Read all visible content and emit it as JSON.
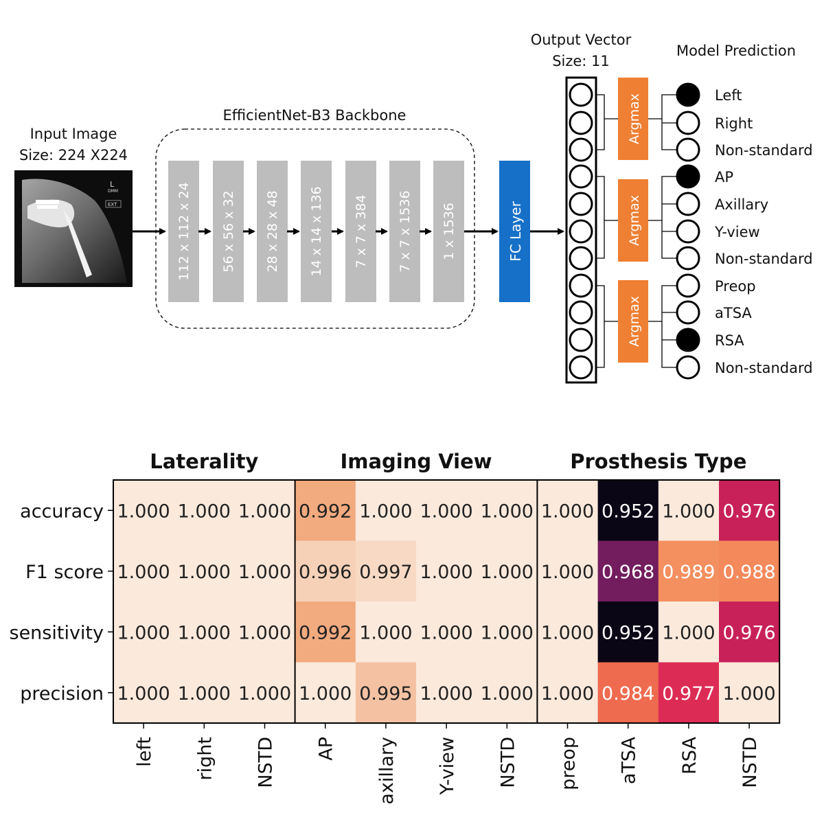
{
  "diagram": {
    "input": {
      "title": "Input Image",
      "size": "Size: 224 X224",
      "xray_marks": [
        "L",
        "DMM",
        "EXT"
      ]
    },
    "backbone": {
      "title": "EfficientNet-B3 Backbone",
      "layers": [
        "112 x 112 x 24",
        "56 x 56 x 32",
        "28 x 28 x 48",
        "14 x 14 x 136",
        "7 x 7 x 384",
        "7 x 7 x 1536",
        "1 x 1536"
      ]
    },
    "fc_layer": "FC Layer",
    "output_vector": {
      "title": "Output Vector",
      "size": "Size: 11",
      "count": 11
    },
    "argmax_label": "Argmax",
    "prediction_title": "Model Prediction",
    "predictions": [
      {
        "label": "Left",
        "filled": true
      },
      {
        "label": "Right",
        "filled": false
      },
      {
        "label": "Non-standard",
        "filled": false
      },
      {
        "label": "AP",
        "filled": true
      },
      {
        "label": "Axillary",
        "filled": false
      },
      {
        "label": "Y-view",
        "filled": false
      },
      {
        "label": "Non-standard",
        "filled": false
      },
      {
        "label": "Preop",
        "filled": false
      },
      {
        "label": "aTSA",
        "filled": false
      },
      {
        "label": "RSA",
        "filled": true
      },
      {
        "label": "Non-standard",
        "filled": false
      }
    ],
    "colors": {
      "layer_gray": "#bdbdbd",
      "fc_blue": "#1670c8",
      "argmax_orange": "#ef7f32"
    }
  },
  "heatmap": {
    "groups": [
      {
        "title": "Laterality",
        "columns": [
          "left",
          "right",
          "NSTD"
        ]
      },
      {
        "title": "Imaging View",
        "columns": [
          "AP",
          "axillary",
          "Y-view",
          "NSTD"
        ]
      },
      {
        "title": "Prosthesis Type",
        "columns": [
          "preop",
          "aTSA",
          "RSA",
          "NSTD"
        ]
      }
    ],
    "rows": [
      "accuracy",
      "F1 score",
      "sensitivity",
      "precision"
    ],
    "values": [
      [
        "1.000",
        "1.000",
        "1.000",
        "0.992",
        "1.000",
        "1.000",
        "1.000",
        "1.000",
        "0.952",
        "1.000",
        "0.976"
      ],
      [
        "1.000",
        "1.000",
        "1.000",
        "0.996",
        "0.997",
        "1.000",
        "1.000",
        "1.000",
        "0.968",
        "0.989",
        "0.988"
      ],
      [
        "1.000",
        "1.000",
        "1.000",
        "0.992",
        "1.000",
        "1.000",
        "1.000",
        "1.000",
        "0.952",
        "1.000",
        "0.976"
      ],
      [
        "1.000",
        "1.000",
        "1.000",
        "1.000",
        "0.995",
        "1.000",
        "1.000",
        "1.000",
        "0.984",
        "0.977",
        "1.000"
      ]
    ],
    "cell_colors": [
      [
        "#fbe9dc",
        "#fbe9dc",
        "#fbe9dc",
        "#f2aa7f",
        "#fbe9dc",
        "#fbe9dc",
        "#fbe9dc",
        "#fbe9dc",
        "#0a0616",
        "#fbe9dc",
        "#c8215a"
      ],
      [
        "#fbe9dc",
        "#fbe9dc",
        "#fbe9dc",
        "#f6d1b8",
        "#f7d9c4",
        "#fbe9dc",
        "#fbe9dc",
        "#fbe9dc",
        "#731c5e",
        "#f48f5f",
        "#f4895c"
      ],
      [
        "#fbe9dc",
        "#fbe9dc",
        "#fbe9dc",
        "#f2aa7f",
        "#fbe9dc",
        "#fbe9dc",
        "#fbe9dc",
        "#fbe9dc",
        "#0a0616",
        "#fbe9dc",
        "#c8215a"
      ],
      [
        "#fbe9dc",
        "#fbe9dc",
        "#fbe9dc",
        "#fbe9dc",
        "#f4c2a3",
        "#fbe9dc",
        "#fbe9dc",
        "#fbe9dc",
        "#ef6b4f",
        "#dc2c55",
        "#fbe9dc"
      ]
    ],
    "text_colors": [
      [
        "#222",
        "#222",
        "#222",
        "#222",
        "#222",
        "#222",
        "#222",
        "#222",
        "#ffffff",
        "#222",
        "#ffffff"
      ],
      [
        "#222",
        "#222",
        "#222",
        "#222",
        "#222",
        "#222",
        "#222",
        "#222",
        "#ffffff",
        "#ffffff",
        "#ffffff"
      ],
      [
        "#222",
        "#222",
        "#222",
        "#222",
        "#222",
        "#222",
        "#222",
        "#222",
        "#ffffff",
        "#222",
        "#ffffff"
      ],
      [
        "#222",
        "#222",
        "#222",
        "#222",
        "#222",
        "#222",
        "#222",
        "#222",
        "#ffffff",
        "#ffffff",
        "#222"
      ]
    ]
  }
}
